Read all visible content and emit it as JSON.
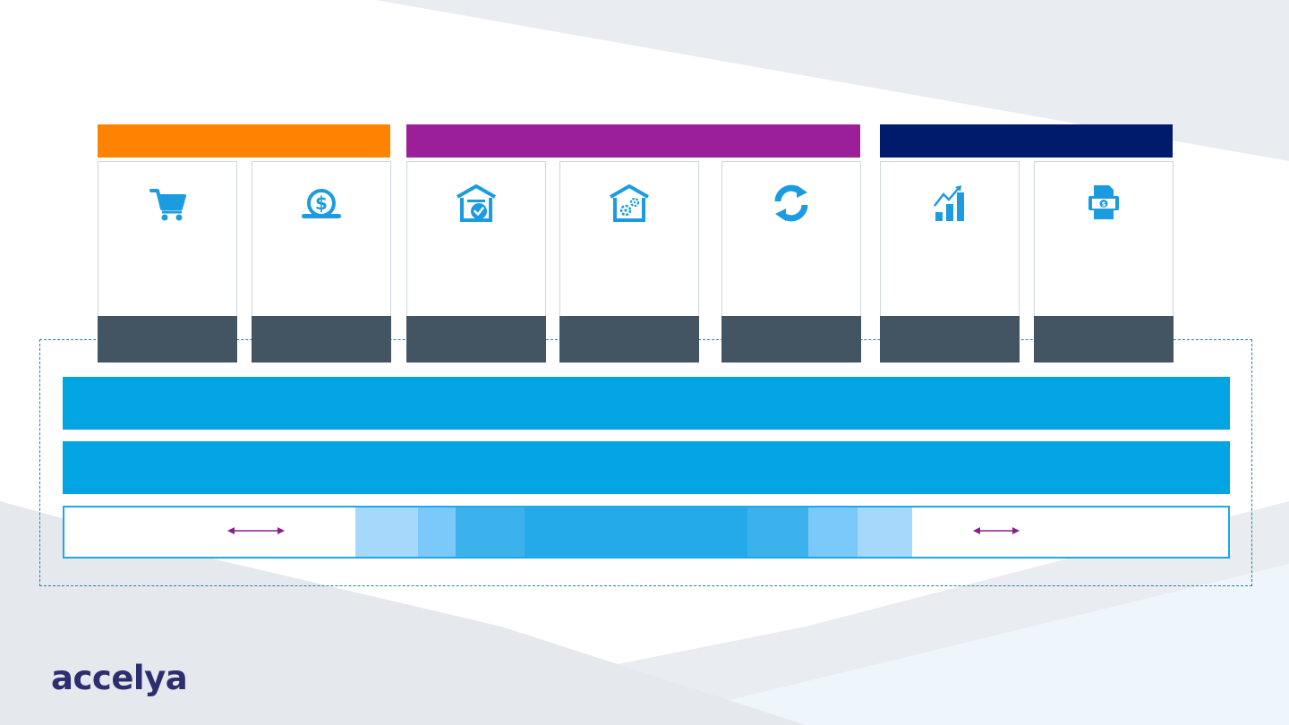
{
  "theme": {
    "orange": "#ff8300",
    "purple": "#9a1f99",
    "navy": "#001b6c",
    "card_footer": "#435563",
    "blue_bar": "#03a4e2",
    "icon_blue": "#1c9ce0",
    "arrow_purple": "#8a1e8c",
    "logo_navy": "#2c2e6e"
  },
  "group_headers": [
    {
      "name": "orange-group-header",
      "color": "#ff8300"
    },
    {
      "name": "purple-group-header",
      "color": "#9a1f99"
    },
    {
      "name": "navy-group-header",
      "color": "#001b6c"
    }
  ],
  "cards": [
    {
      "icon": "shopping-cart-icon"
    },
    {
      "icon": "coin-slot-icon"
    },
    {
      "icon": "warehouse-check-icon"
    },
    {
      "icon": "warehouse-gears-icon"
    },
    {
      "icon": "recycle-arrows-icon"
    },
    {
      "icon": "bar-chart-growth-icon"
    },
    {
      "icon": "invoice-printer-icon"
    }
  ],
  "spectrum_segments": [
    {
      "color": "#ffffff"
    },
    {
      "color": "#a6d8fb"
    },
    {
      "color": "#7bc8fb"
    },
    {
      "color": "#3bb2ec"
    },
    {
      "color": "#25aae9"
    },
    {
      "color": "#3bb2ec"
    },
    {
      "color": "#7bc8fb"
    },
    {
      "color": "#a6d8fb"
    },
    {
      "color": "#ffffff"
    }
  ],
  "logo": {
    "text": "accelya",
    "color": "#2c2e6e"
  }
}
